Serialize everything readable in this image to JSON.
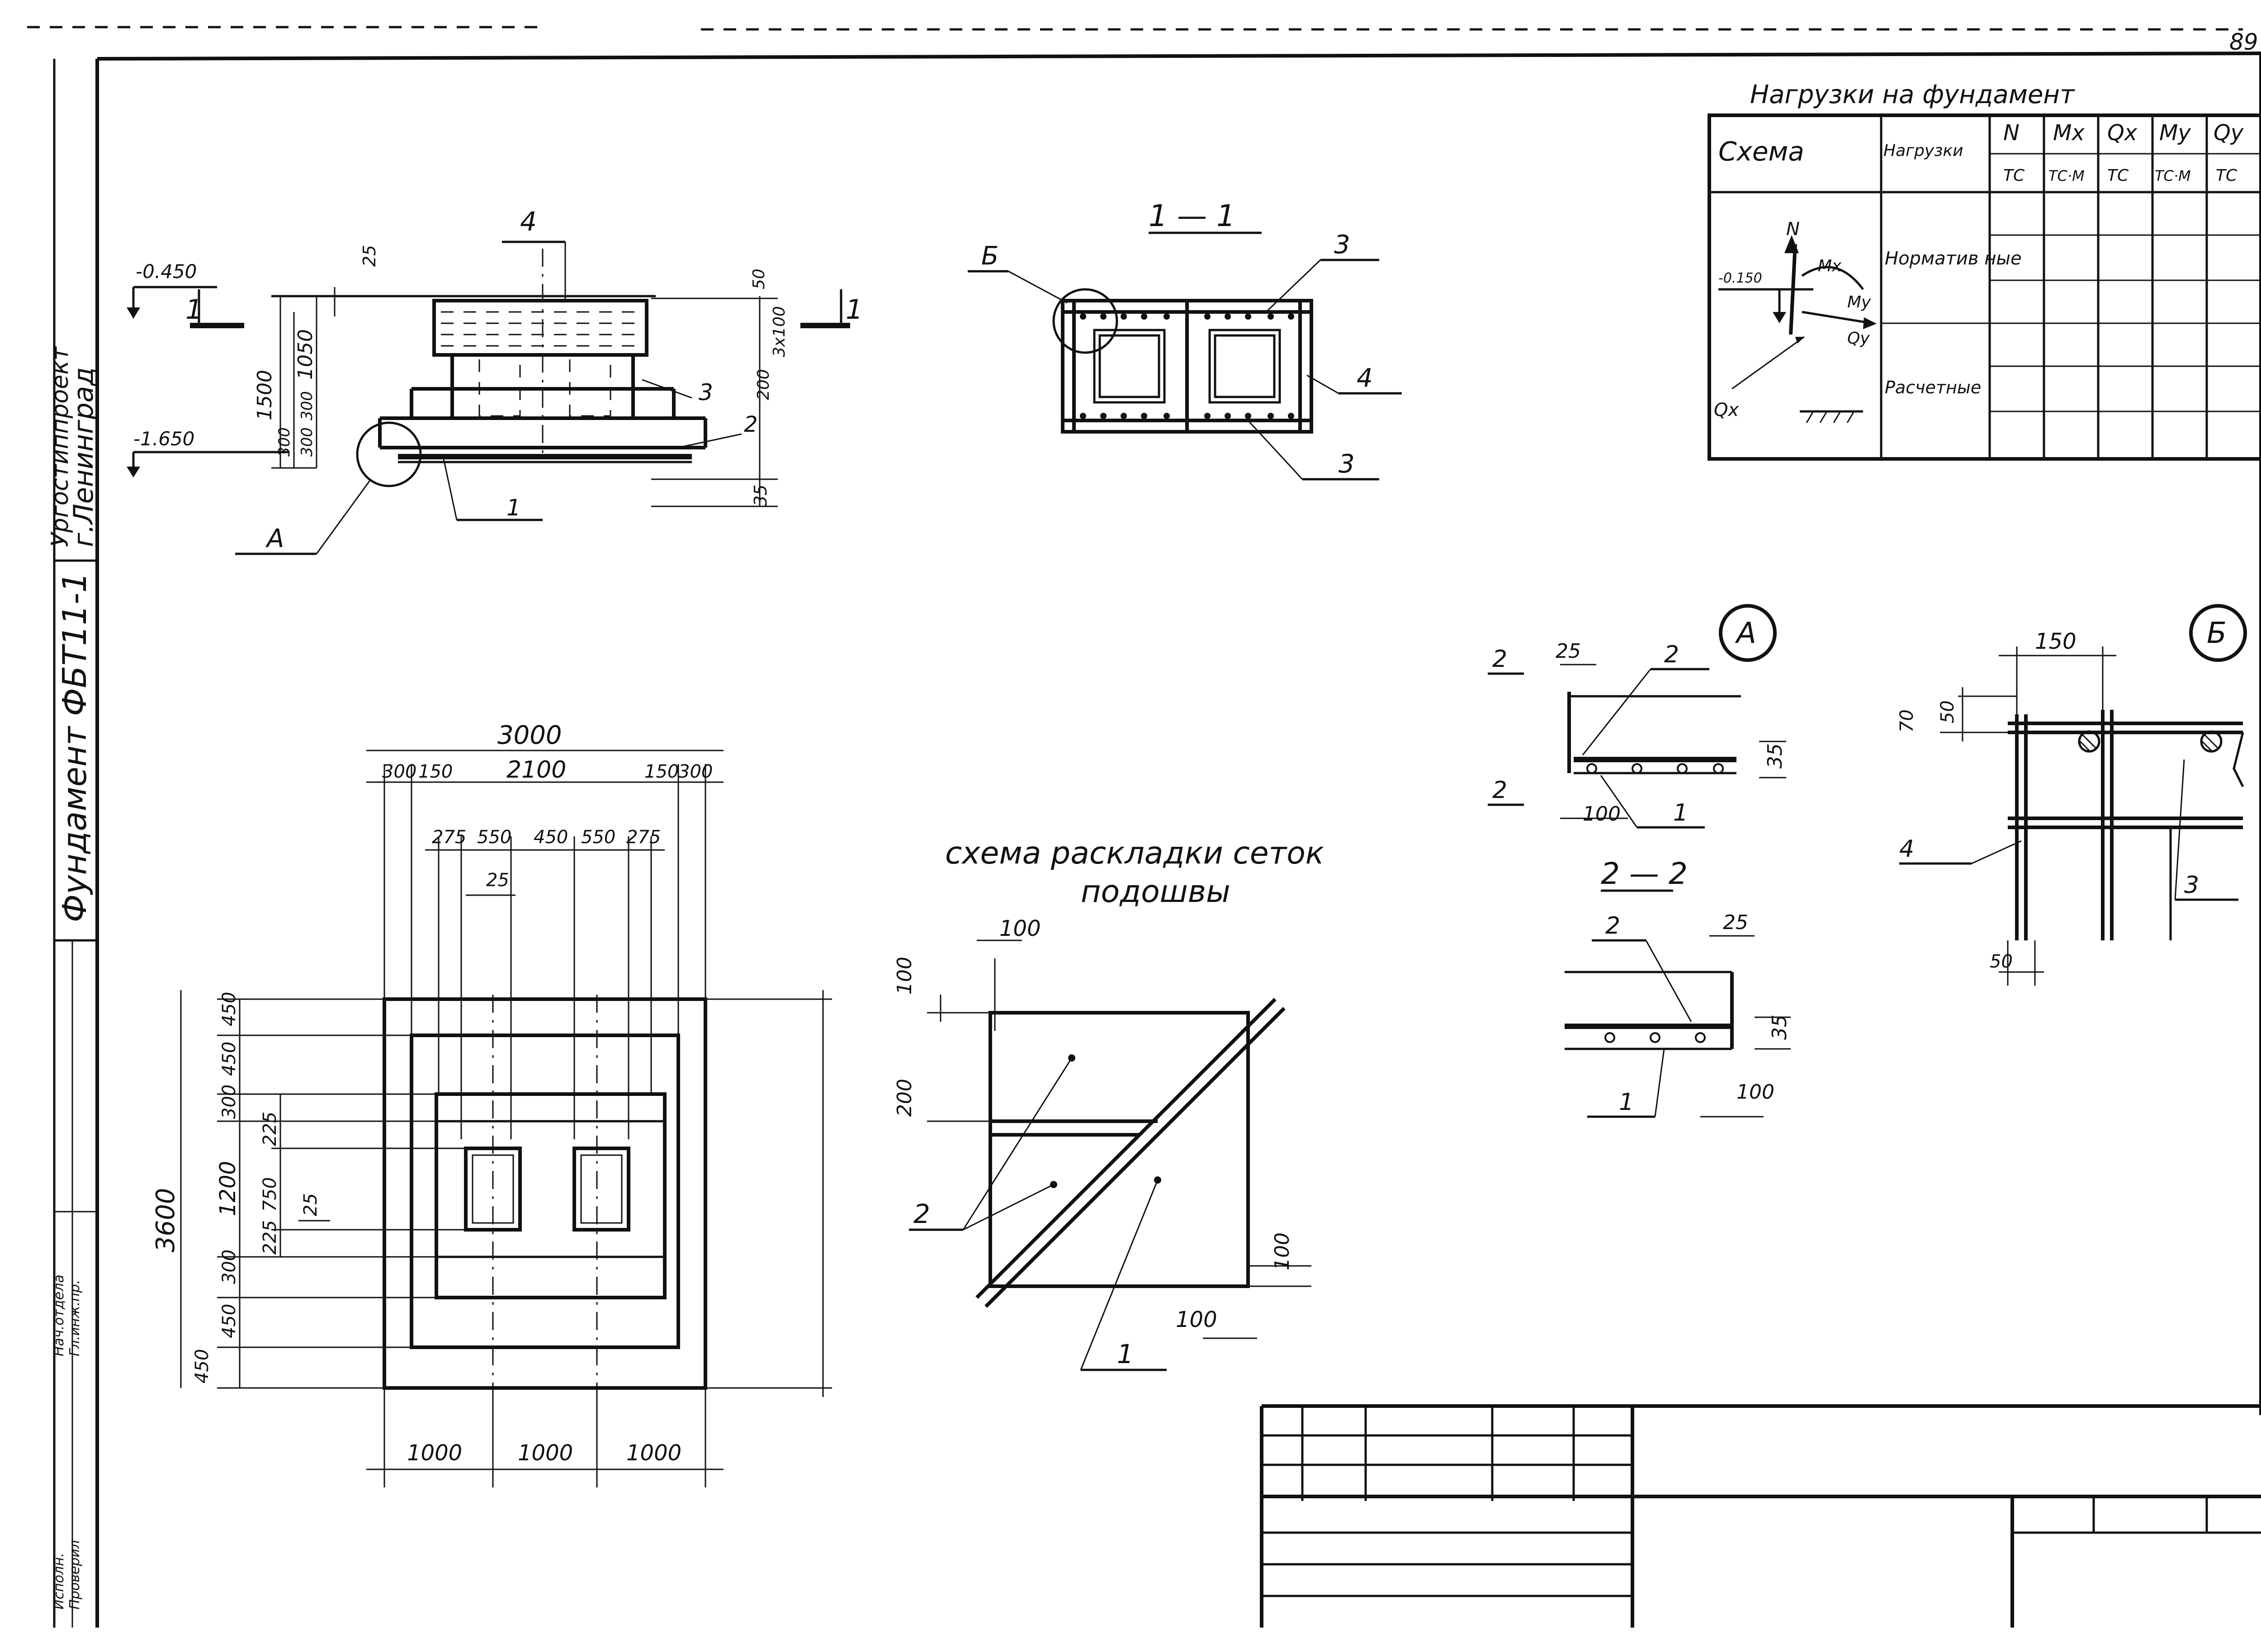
{
  "sheet": {
    "page_number": "89"
  },
  "side_strip": {
    "org_line1": "Ургостиппроект",
    "org_line2": "г.Ленинград",
    "designation": "Фундамент ФБТ11-1",
    "stamp_rows": [
      "Нач.отдела",
      "Гл.инж.пр.",
      "Исполн.",
      "Проверил"
    ]
  },
  "loads_table": {
    "title": "Нагрузки на фундамент",
    "headers": [
      "Схема",
      "Нагрузки",
      "N",
      "Mx",
      "Qx",
      "My",
      "Qy"
    ],
    "units": [
      "ТС",
      "ТС·М",
      "ТС",
      "ТС·М",
      "ТС"
    ],
    "rows": [
      "Норматив ные",
      "Расчетные"
    ],
    "scheme_labels": [
      "N",
      "Mx",
      "My",
      "Qy",
      "Qx",
      "-0.150"
    ]
  },
  "elevation": {
    "levels": [
      "-0.450",
      "-1.650"
    ],
    "dims_left": [
      "1500",
      "1050",
      "300",
      "300",
      "300",
      "25"
    ],
    "dims_right": [
      "50",
      "3x100",
      "200",
      "35"
    ],
    "section_mark": "1",
    "callouts": [
      "4",
      "3",
      "2",
      "1",
      "А"
    ]
  },
  "section_1_1": {
    "title": "1 — 1",
    "callouts": [
      "Б",
      "3",
      "4",
      "3"
    ]
  },
  "plan": {
    "dim_overall_x": "3000",
    "dims_row2": [
      "300",
      "150",
      "2100",
      "150",
      "300"
    ],
    "dims_row3": [
      "275",
      "550",
      "450",
      "550",
      "275"
    ],
    "dim_25": "25",
    "dim_overall_y": "3600",
    "dims_left": [
      "450",
      "450",
      "300",
      "225",
      "750",
      "225",
      "300",
      "450",
      "450"
    ],
    "dim_1200": "1200",
    "dims_bottom": [
      "1000",
      "1000",
      "1000"
    ]
  },
  "mesh_scheme": {
    "title_line1": "схема раскладки сеток",
    "title_line2": "подошвы",
    "dims": [
      "100",
      "100",
      "200",
      "100",
      "100"
    ],
    "callouts": [
      "2",
      "1"
    ]
  },
  "detail_a": {
    "mark": "А",
    "dims": [
      "25",
      "35",
      "100"
    ],
    "callouts": [
      "2",
      "2",
      "2",
      "1"
    ]
  },
  "section_2_2": {
    "title": "2 — 2",
    "dims": [
      "25",
      "35",
      "100"
    ],
    "callouts": [
      "2",
      "1"
    ]
  },
  "detail_b": {
    "mark": "Б",
    "dims": [
      "150",
      "70",
      "50",
      "50"
    ],
    "callouts": [
      "4",
      "3"
    ]
  }
}
